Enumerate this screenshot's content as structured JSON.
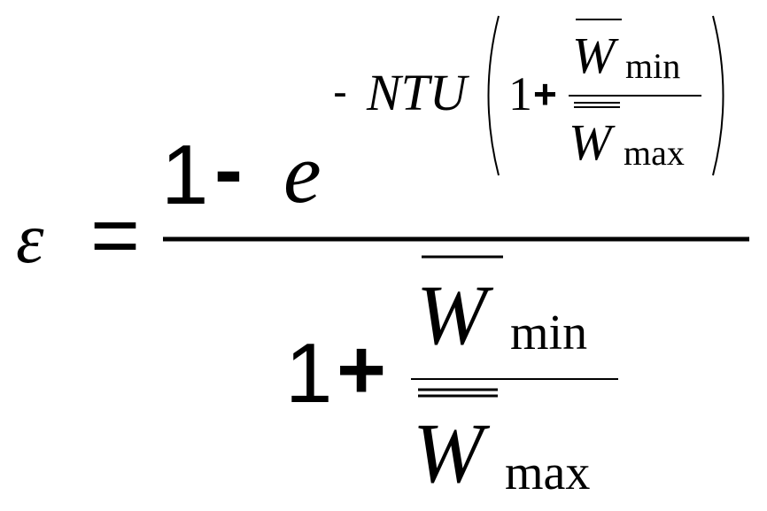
{
  "formula": {
    "lhs": "ε",
    "equals": "=",
    "numerator": {
      "one": "1",
      "minus": "-",
      "base": "e",
      "exponent": {
        "minus": "-",
        "ntu": "NTU",
        "one": "1",
        "plus": "+",
        "w_top": "W",
        "sub_top": "min",
        "w_bottom": "W",
        "sub_bottom": "max"
      }
    },
    "denominator": {
      "one": "1",
      "plus": "+",
      "w_top": "W",
      "sub_top": "min",
      "w_bottom": "W",
      "sub_bottom": "max"
    }
  }
}
